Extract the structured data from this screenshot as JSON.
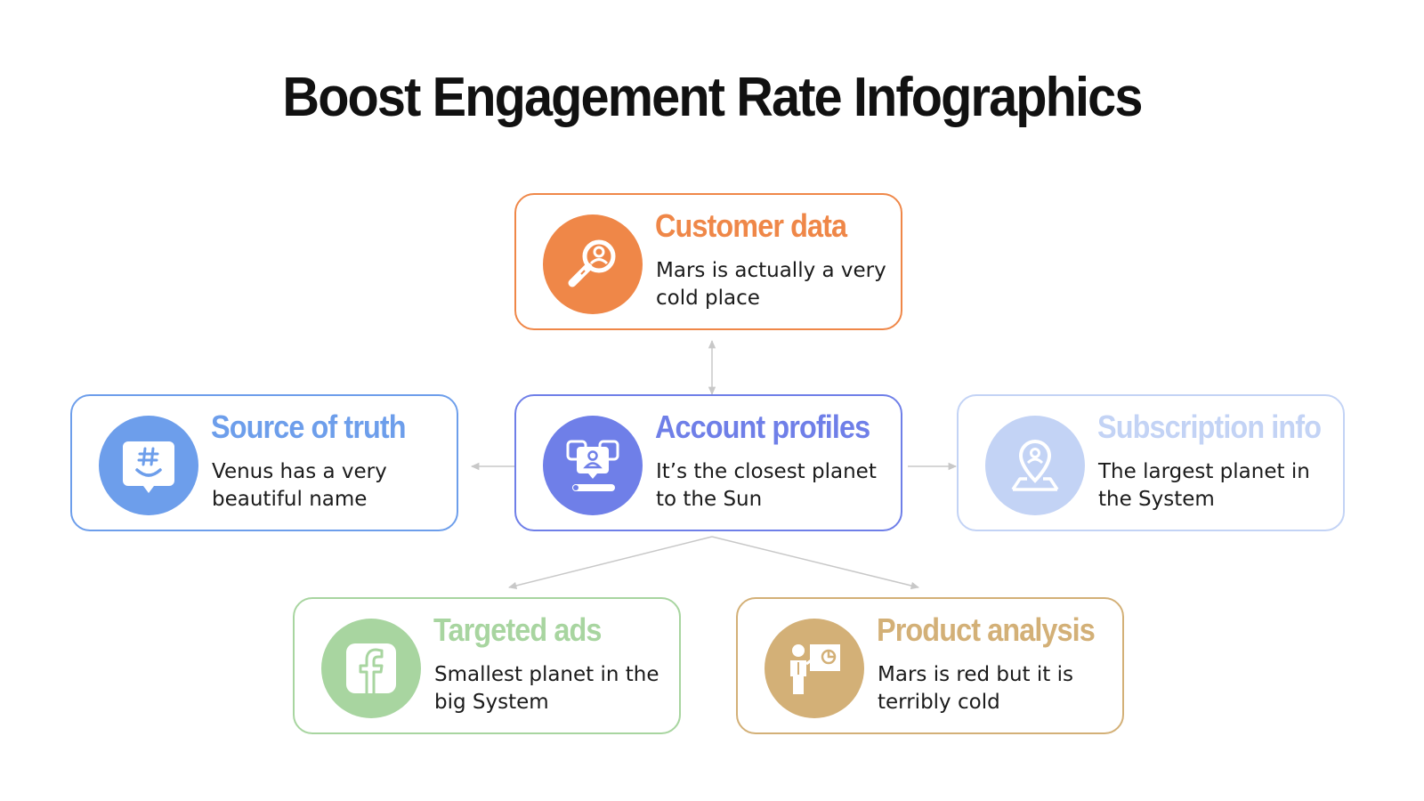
{
  "title": "Boost Engagement Rate Infographics",
  "cards": {
    "customer": {
      "title": "Customer data",
      "description": "Mars is actually a very cold place",
      "icon": "magnifier-user-icon",
      "color": "#EF8748"
    },
    "source": {
      "title": "Source of truth",
      "description": "Venus has a very beautiful name",
      "icon": "hashtag-chat-icon",
      "color": "#6D9EEB"
    },
    "account": {
      "title": "Account profiles",
      "description": "It’s the closest planet to the Sun",
      "icon": "profile-chat-icon",
      "color": "#6F7FE8"
    },
    "subscription": {
      "title": "Subscription info",
      "description": "The largest planet in the System",
      "icon": "location-user-icon",
      "color": "#C3D3F5"
    },
    "targeted": {
      "title": "Targeted ads",
      "description": "Smallest planet in the big System",
      "icon": "facebook-icon",
      "color": "#A8D5A0"
    },
    "product": {
      "title": "Product analysis",
      "description": "Mars is red but it is terribly cold",
      "icon": "presentation-icon",
      "color": "#D3B077"
    }
  },
  "connector_color": "#C8C8C8"
}
